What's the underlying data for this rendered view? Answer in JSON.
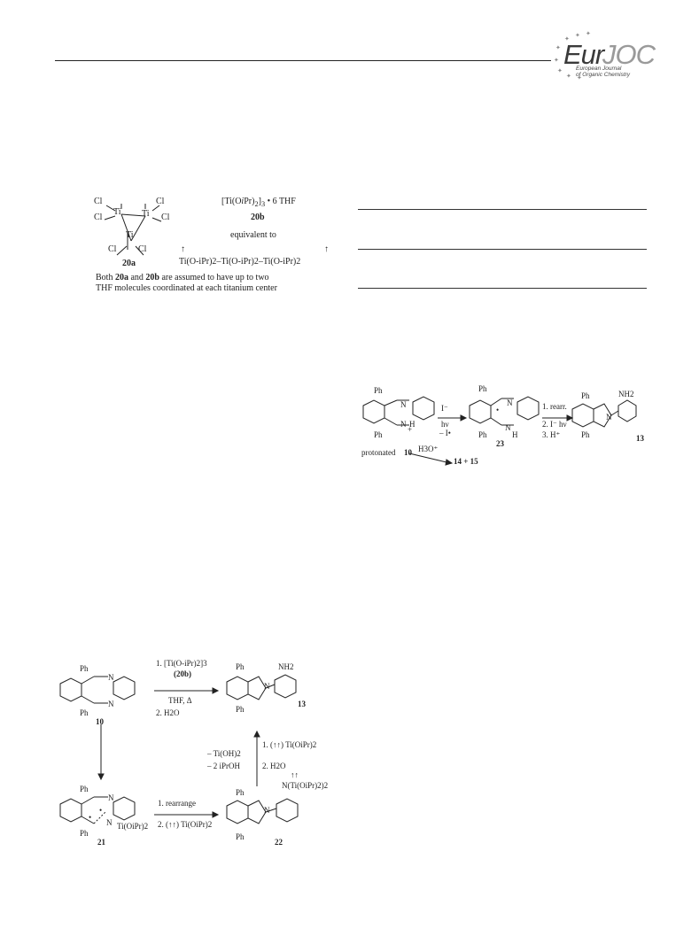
{
  "header": {
    "logo_part1": "Eur",
    "logo_part2": "JOC",
    "logo_sub_line1": "European Journal",
    "logo_sub_line2": "of Organic Chemistry"
  },
  "fig_titanium": {
    "cl": "Cl",
    "ti": "Ti",
    "compound_20a": "20a",
    "formula_20b_a": "[Ti(O",
    "formula_20b_b": "i",
    "formula_20b_c": "Pr)",
    "formula_20b_d": "2",
    "formula_20b_e": "]",
    "formula_20b_f": "3",
    "formula_20b_g": " • 6 THF",
    "compound_20b": "20b",
    "equivalent": "equivalent to",
    "chain": "Ti(O-iPr)2–Ti(O-iPr)2–Ti(O-iPr)2",
    "up_arrow": "↑",
    "caption_a": "Both ",
    "caption_b": "20a",
    "caption_c": " and ",
    "caption_d": "20b",
    "caption_e": " are assumed to have up to two",
    "caption_f": "THF molecules coordinated at each titanium center"
  },
  "scheme_photo": {
    "ph": "Ph",
    "n": "N",
    "h": "H",
    "plus": "+",
    "iodide": "I⁻",
    "hv": "hν",
    "minus_i": "– I•",
    "label_23": "23",
    "label_13": "13",
    "nh2": "NH2",
    "step1": "1. rearr.",
    "step2": "2. I⁻ hν",
    "step3": "3. H⁺",
    "protonated": "protonated",
    "label_10": "10",
    "h3o": "H3O⁺",
    "products": "14  +  15",
    "radical_dot": "•"
  },
  "scheme_ti": {
    "ph": "Ph",
    "n": "N",
    "nh2": "NH2",
    "label_10": "10",
    "label_13": "13",
    "label_21": "21",
    "label_22": "22",
    "cond1": "1. [Ti(O-iPr)2]3",
    "cond1b": "(20b)",
    "cond1c": "THF, Δ",
    "cond1d": "2. H2O",
    "vert1": "1. (↑↑) Ti(OiPr)2",
    "vert_byp1": "– Ti(OH)2",
    "vert_byp2": "– 2 iPrOH",
    "vert2": "2. H2O",
    "rearr1": "1. rearrange",
    "rearr2": "2. (↑↑) Ti(OiPr)2",
    "ti_sub": "Ti(OiPr)2",
    "n_ti": "N(Ti(OiPr)2)2",
    "spin": "↑↑",
    "radical_dot": "•"
  }
}
